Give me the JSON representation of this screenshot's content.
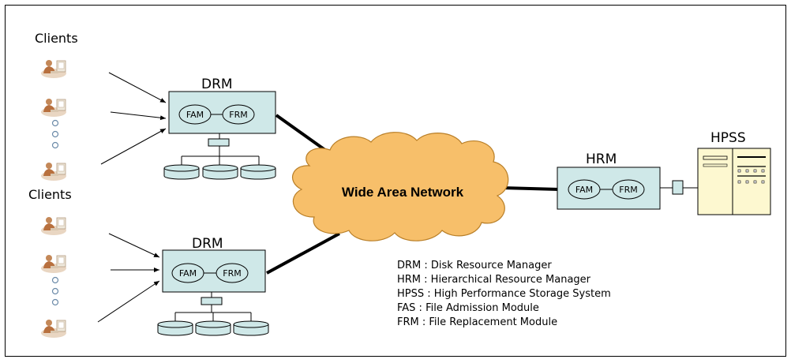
{
  "clients_groups": [
    {
      "label": "Clients"
    },
    {
      "label": "Clients"
    }
  ],
  "drm_boxes": [
    {
      "title": "DRM",
      "module_a": "FAM",
      "module_b": "FRM"
    },
    {
      "title": "DRM",
      "module_a": "FAM",
      "module_b": "FRM"
    }
  ],
  "wan": {
    "label": "Wide Area Network"
  },
  "hrm": {
    "title": "HRM",
    "module_a": "FAM",
    "module_b": "FRM"
  },
  "hpss": {
    "title": "HPSS"
  },
  "legend": [
    "DRM : Disk Resource Manager",
    "HRM : Hierarchical Resource Manager",
    "HPSS : High Performance Storage System",
    "FAS : File Admission Module",
    "FRM : File Replacement Module"
  ],
  "colors": {
    "box_fill": "#cfe8e8",
    "cloud_fill": "#f7bf6a",
    "hpss_fill": "#fdf8d0",
    "disk_fill": "#cfe8e8"
  }
}
